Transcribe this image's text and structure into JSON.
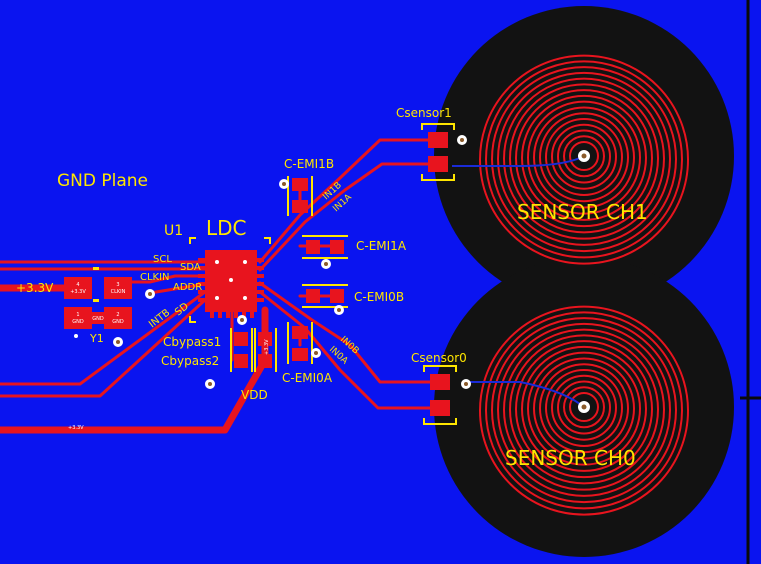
{
  "colors": {
    "board": "#0a14f0",
    "copper": "#e8141e",
    "silk": "#ffe600",
    "pad_text": "#ffffff",
    "sensor_bg": "#121212",
    "via_ring": "#ffffff",
    "via_hole": "#8a5a2a"
  },
  "labels": {
    "gnd_plane": "GND Plane",
    "u1": "U1",
    "ldc": "LDC",
    "scl": "SCL",
    "sda": "SDA",
    "clkin": "CLKIN",
    "addr": "ADDR",
    "intb": "INTB",
    "sd": "SD",
    "v33": "+3.3V",
    "y1": "Y1",
    "cbypass1": "Cbypass1",
    "cbypass2": "Cbypass2",
    "vdd": "VDD",
    "c_emi1b": "C-EMI1B",
    "c_emi1a": "C-EMI1A",
    "c_emi0b": "C-EMI0B",
    "c_emi0a": "C-EMI0A",
    "in1b": "IN1B",
    "in1a": "IN1A",
    "in0b": "IN0B",
    "in0a": "IN0A",
    "csensor1": "Csensor1",
    "csensor0": "Csensor0",
    "sensor_ch1": "SENSOR CH1",
    "sensor_ch0": "SENSOR CH0",
    "trace_33v": "+3.3V"
  },
  "pads": {
    "y1_4_num": "4",
    "y1_4_net": "+3.3V",
    "y1_3_num": "3",
    "y1_3_net": "CLKIN",
    "y1_1_num": "1",
    "y1_1_net": "GND",
    "y1_2_num": "2",
    "y1_2_net": "GND",
    "y1_mid": "GND"
  }
}
